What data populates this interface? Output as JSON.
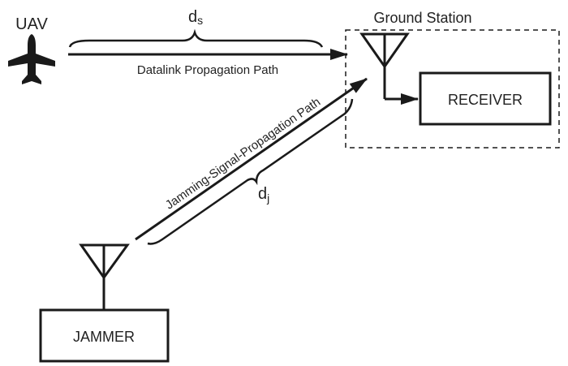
{
  "uav": {
    "label": "UAV",
    "icon": "airplane-icon"
  },
  "datalink": {
    "label": "Datalink Propagation Path",
    "distance_symbol": "d",
    "distance_subscript": "s"
  },
  "ground_station": {
    "label": "Ground Station",
    "receiver_label": "RECEIVER"
  },
  "jamming": {
    "label": "Jamming-Signal-Propagation Path",
    "distance_symbol": "d",
    "distance_subscript": "j"
  },
  "jammer": {
    "label": "JAMMER"
  },
  "colors": {
    "stroke": "#1a1a1a",
    "background": "#ffffff"
  }
}
